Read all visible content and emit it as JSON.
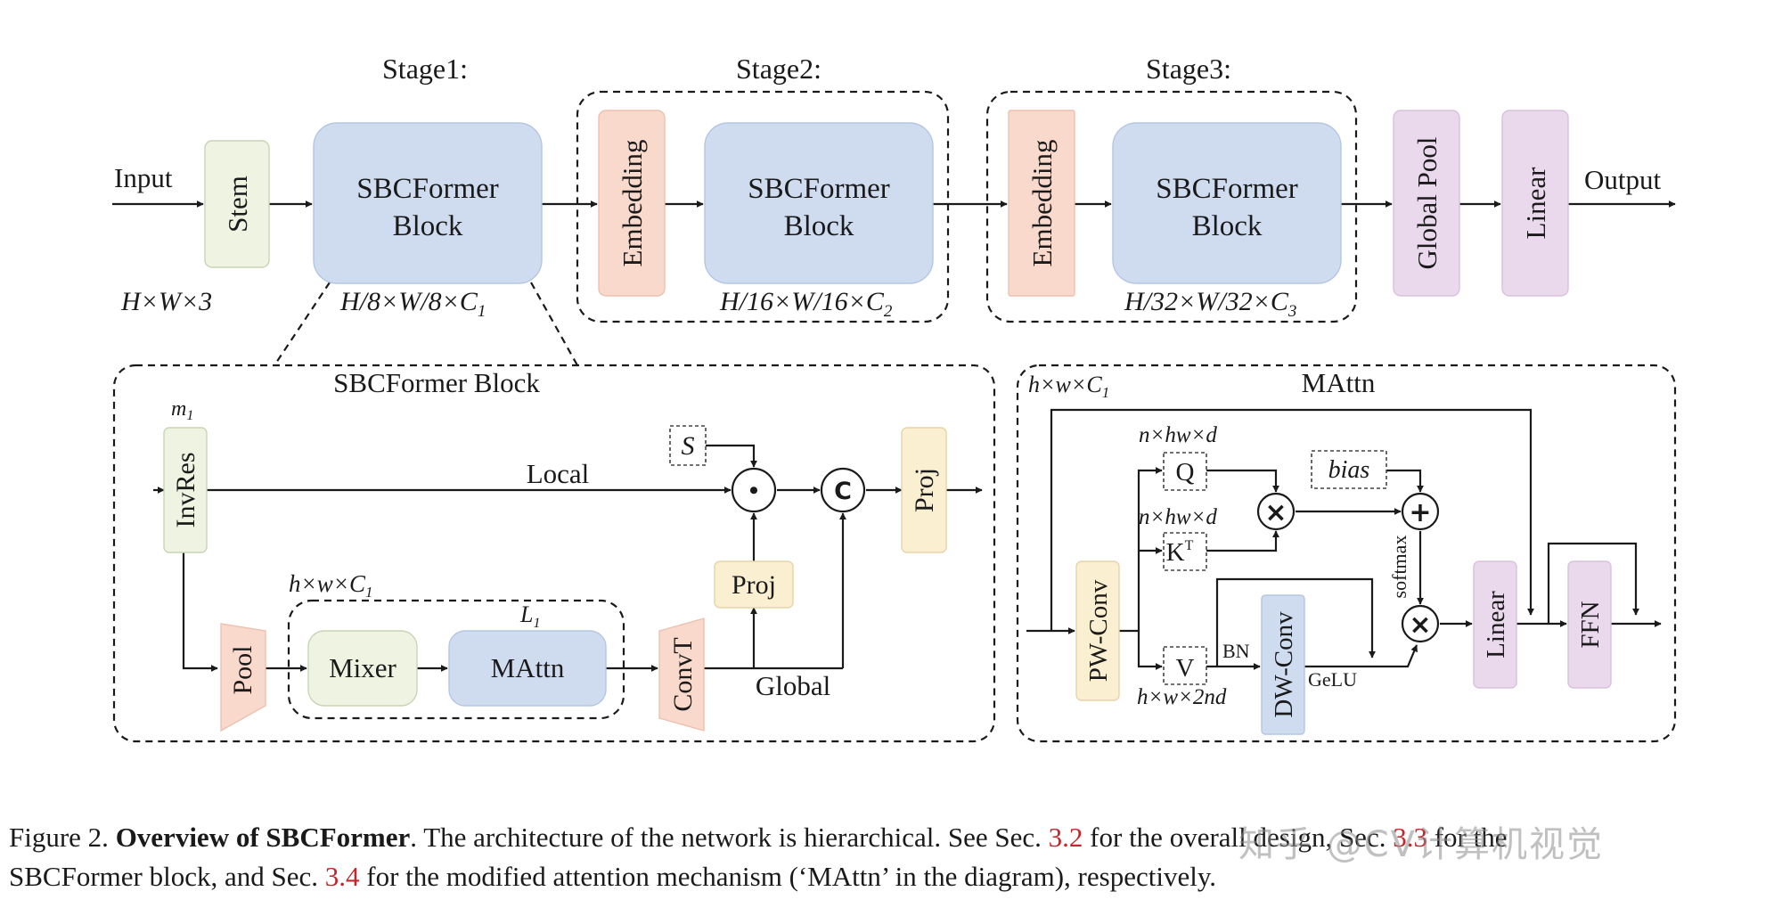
{
  "stages": {
    "stage1": "Stage1:",
    "stage2": "Stage2:",
    "stage3": "Stage3:"
  },
  "top_flow": {
    "input": "Input",
    "output": "Output",
    "stem": "Stem",
    "block_line1": "SBCFormer",
    "block_line2": "Block",
    "embedding": "Embedding",
    "global_pool": "Global Pool",
    "linear": "Linear"
  },
  "dims": {
    "input": "H×W×3",
    "stage1_main": "H/8×W/8×C",
    "stage1_sub": "1",
    "stage2_main": "H/16×W/16×C",
    "stage2_sub": "2",
    "stage3_main": "H/32×W/32×C",
    "stage3_sub": "3"
  },
  "sbc_block": {
    "title": "SBCFormer Block",
    "m1_main": "m",
    "m1_sub": "1",
    "invres": "InvRes",
    "local": "Local",
    "global": "Global",
    "s": "S",
    "dot": "•",
    "concat": "C",
    "proj": "Proj",
    "pool": "Pool",
    "mixer": "Mixer",
    "mattn": "MAttn",
    "convt": "ConvT",
    "inner_dim_main": "h×w×C",
    "inner_dim_sub": "1",
    "l1_main": "L",
    "l1_sub": "1"
  },
  "mattn_panel": {
    "title": "MAttn",
    "in_dim_main": "h×w×C",
    "in_dim_sub": "1",
    "q_dim": "n×hw×d",
    "k_dim": "n×hw×d",
    "v_dim": "h×w×2nd",
    "q": "Q",
    "k": "K",
    "k_sup": "T",
    "v": "V",
    "bias": "bias",
    "softmax": "softmax",
    "pwconv": "PW-Conv",
    "dwconv": "DW-Conv",
    "bn": "BN",
    "gelu": "GeLU",
    "linear": "Linear",
    "ffn": "FFN",
    "times": "×",
    "plus": "+"
  },
  "caption": {
    "fig": "Figure 2.",
    "bold": "Overview of SBCFormer",
    "p1": ". The architecture of the network is hierarchical. See Sec.",
    "ref1": "3.2",
    "p2": "for the overall design, Sec.",
    "ref2": "3.3",
    "p3": "for the",
    "line2a": "SBCFormer block, and Sec.",
    "ref3": "3.4",
    "line2b": "for the modified attention mechanism (‘MAttn’ in the diagram), respectively."
  },
  "watermark": "知乎 @CV计算机视觉",
  "colors": {
    "blue_block": "#cfdcf0",
    "green_block": "#eef3e2",
    "pink_block": "#f8d9cc",
    "yellow_block": "#fbefd2",
    "purple_block": "#ead9ec",
    "line": "#1a1a1a",
    "ref_red": "#c0282d"
  }
}
